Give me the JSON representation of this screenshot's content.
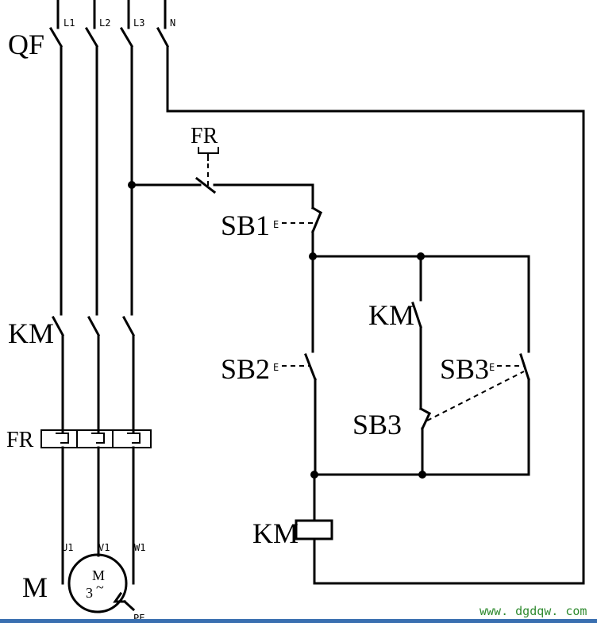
{
  "labels": {
    "qf": "QF",
    "km_main": "KM",
    "fr_main": "FR",
    "motor_letter": "M",
    "motor_symbol_m": "M",
    "motor_symbol_3": "3",
    "motor_symbol_tilde": "~",
    "fr_control": "FR",
    "sb1": "SB1",
    "sb2": "SB2",
    "sb3_right": "SB3",
    "sb3_lower": "SB3",
    "km_aux": "KM",
    "km_coil": "KM",
    "l1": "L1",
    "l2": "L2",
    "l3": "L3",
    "n": "N",
    "u1": "U1",
    "v1": "V1",
    "w1": "W1",
    "pe": "PE",
    "button_e1": "E",
    "button_e2": "E",
    "button_e3": "E"
  },
  "watermark": "www. dgdqw. com",
  "colors": {
    "line": "#000000",
    "watermark": "#2f8a2f",
    "bottom_bar": "#3a6fb0"
  }
}
